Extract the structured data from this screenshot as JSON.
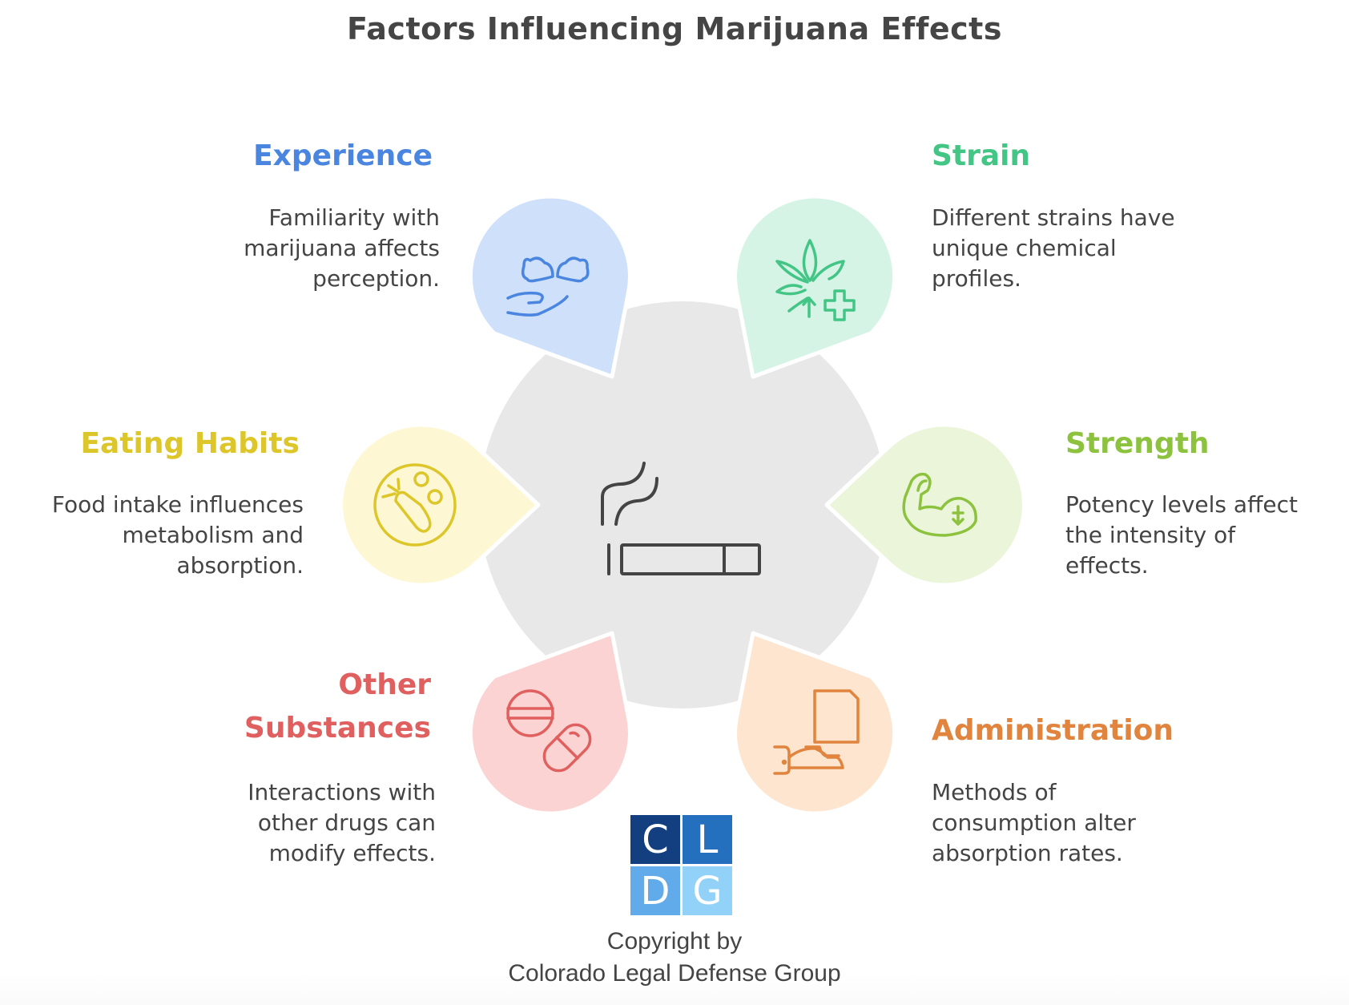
{
  "title": "Factors Influencing Marijuana Effects",
  "center": {
    "icon": "cigarette-smoke-icon",
    "color": "#e8e8e8",
    "icon_color": "#444444"
  },
  "factors": [
    {
      "id": "experience",
      "heading": "Experience",
      "lines": [
        "Familiarity with",
        "marijuana affects",
        "perception."
      ],
      "icon": "brain-in-hand-icon",
      "color": "#4a86e0",
      "fill": "#cfe0fb"
    },
    {
      "id": "strain",
      "heading": "Strain",
      "lines": [
        "Different strains have",
        "unique chemical",
        "profiles."
      ],
      "icon": "cannabis-leaf-plus-icon",
      "color": "#43c585",
      "fill": "#d5f4e6"
    },
    {
      "id": "eating-habits",
      "heading": "Eating Habits",
      "lines": [
        "Food intake influences",
        "metabolism and",
        "absorption."
      ],
      "icon": "carrot-broccoli-plate-icon",
      "color": "#dcc62a",
      "fill": "#fdf7d3"
    },
    {
      "id": "strength",
      "heading": "Strength",
      "lines": [
        "Potency levels affect",
        "the intensity of",
        "effects."
      ],
      "icon": "flexed-arm-icon",
      "color": "#8cc23e",
      "fill": "#eaf5d9"
    },
    {
      "id": "other-substances",
      "heading_lines": [
        "Other",
        "Substances"
      ],
      "lines": [
        "Interactions with",
        "other drugs can",
        "modify effects."
      ],
      "icon": "pills-icon",
      "color": "#e05f5f",
      "fill": "#fcd3d3"
    },
    {
      "id": "administration",
      "heading": "Administration",
      "lines": [
        "Methods of",
        "consumption alter",
        "absorption rates."
      ],
      "icon": "hand-document-icon",
      "color": "#e0843e",
      "fill": "#fde5cf"
    }
  ],
  "logo": {
    "letters": [
      "C",
      "L",
      "D",
      "G"
    ],
    "colors": [
      "#133f80",
      "#2470be",
      "#62abeb",
      "#92d1f8"
    ]
  },
  "copyright": {
    "line1": "Copyright by",
    "line2": "Colorado Legal Defense Group"
  }
}
